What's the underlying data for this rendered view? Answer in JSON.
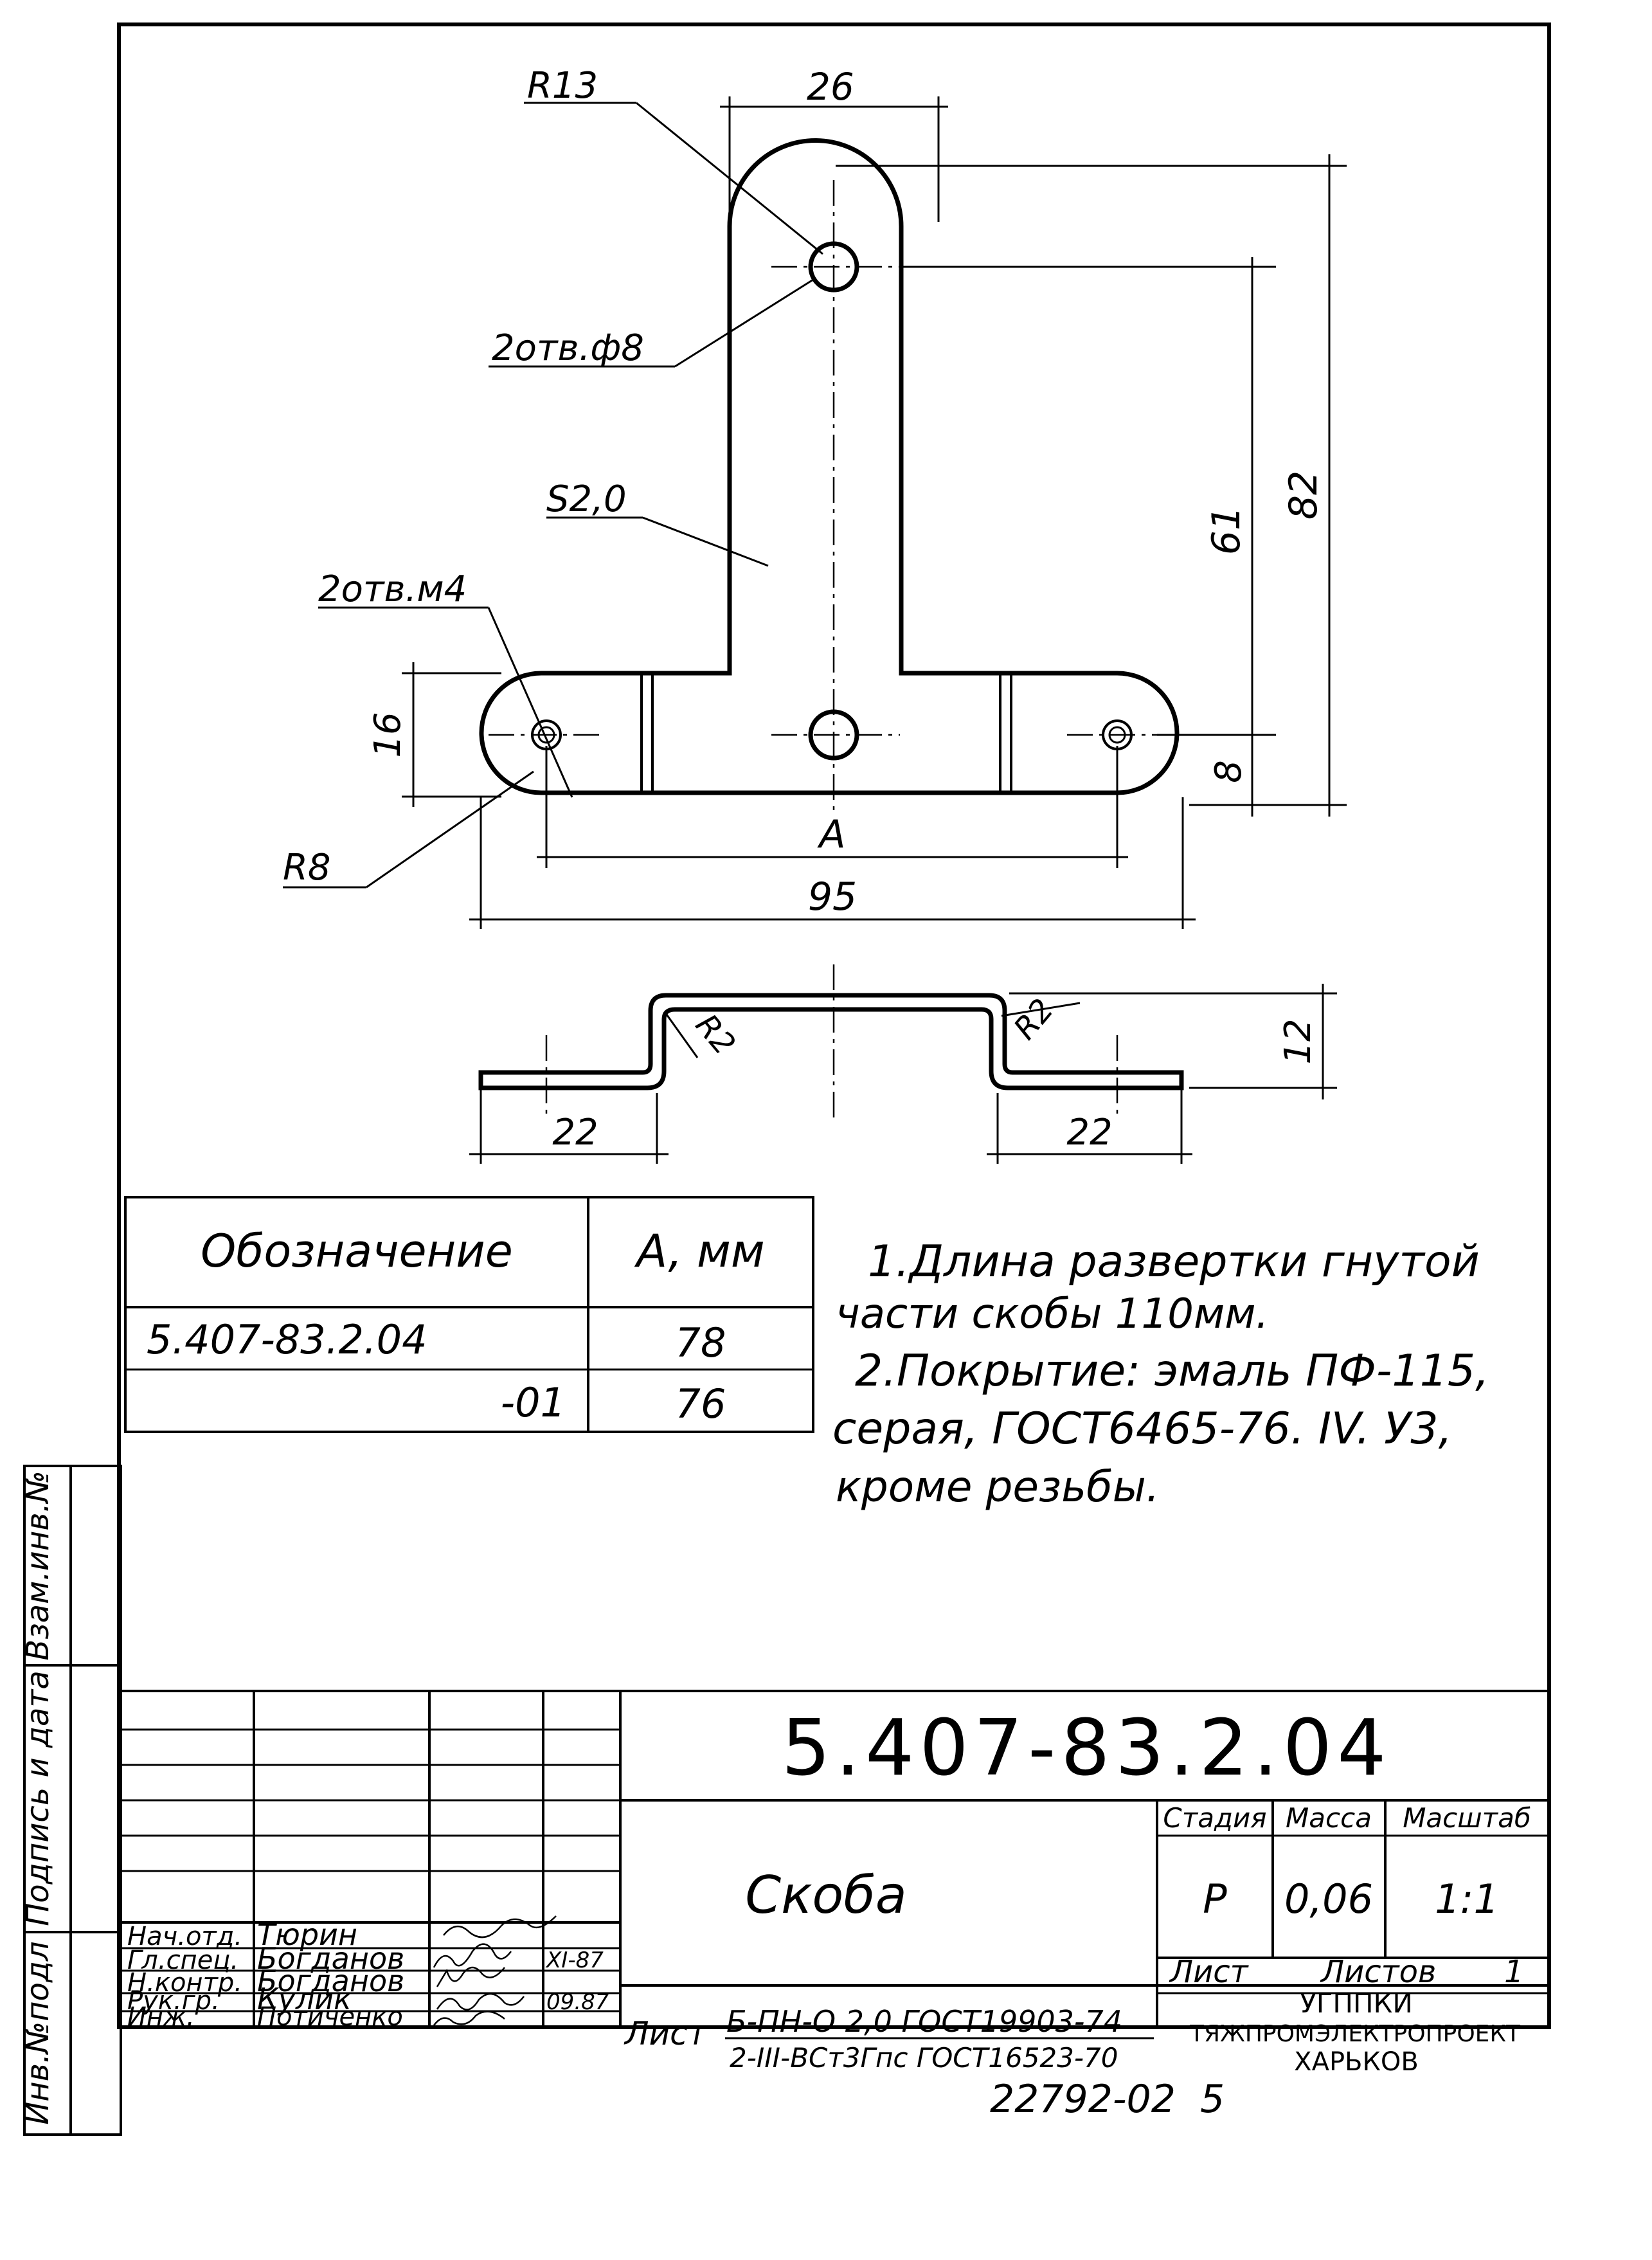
{
  "drawing": {
    "dims": {
      "r13": "R13",
      "w26": "26",
      "holes8": "2отв.ф8",
      "s20": "S2,0",
      "holesM4": "2отв.м4",
      "h16": "16",
      "r8": "R8",
      "a": "A",
      "w95": "95",
      "h61": "61",
      "h82": "82",
      "h8": "8",
      "h12": "12",
      "r2a": "R2",
      "r2b": "R2",
      "w22a": "22",
      "w22b": "22"
    }
  },
  "variants_table": {
    "header": {
      "designation": "Обозначение",
      "a_mm": "A, мм"
    },
    "rows": [
      {
        "designation": "5.407-83.2.04",
        "a": "78"
      },
      {
        "designation": "-01",
        "a": "76"
      }
    ]
  },
  "notes": {
    "line1": "1.Длина развертки гнутой",
    "line2": "части скобы 110мм.",
    "line3": "2.Покрытие: эмаль ПФ-115,",
    "line4": "серая, ГОСТ6465-76. IV. У3,",
    "line5": "кроме резьбы."
  },
  "side_stamp": {
    "inv_orig": "Инв.№подл",
    "sign_date": "Подпись и дата",
    "replace_inv": "Взам.инв.№"
  },
  "title_block": {
    "doc_number": "5.407-83.2.04",
    "part_name": "Скоба",
    "stage_label": "Стадия",
    "mass_label": "Масса",
    "scale_label": "Масштаб",
    "stage": "Р",
    "mass": "0,06",
    "scale": "1:1",
    "sheet_label": "Лист",
    "sheets_label": "Листов",
    "sheets": "1",
    "material_prefix": "Лист",
    "material_line1": "Б-ПН-О 2,0 ГОСТ19903-74",
    "material_line2": "2-III-ВСт3Гпс ГОСТ16523-70",
    "org_line1": "УГППКИ",
    "org_line2": "ТЯЖПРОМЭЛЕКТРОПРОЕКТ",
    "org_line3": "ХАРЬКОВ",
    "staff": [
      {
        "role": "Нач.отд.",
        "name": "Тюрин",
        "date": ""
      },
      {
        "role": "Гл.спец.",
        "name": "Богданов",
        "date": "XI-87"
      },
      {
        "role": "Н.контр.",
        "name": "Богданов",
        "date": ""
      },
      {
        "role": "Рук.гр.",
        "name": "Кулик",
        "date": "09.87"
      },
      {
        "role": "Инж.",
        "name": "Потиченко",
        "date": ""
      }
    ]
  },
  "archive_number": "22792-02  5"
}
